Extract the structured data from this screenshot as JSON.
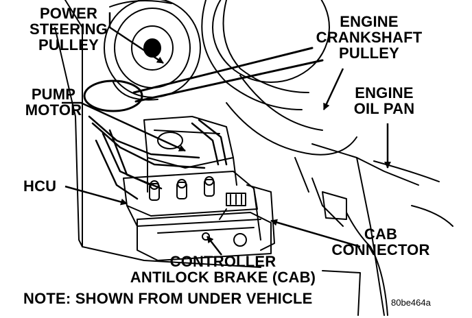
{
  "labels": {
    "power_steering_pulley": [
      "POWER",
      "STEERING",
      "PULLEY"
    ],
    "engine_crankshaft_pulley": [
      "ENGINE",
      "CRANKSHAFT",
      "PULLEY"
    ],
    "engine_oil_pan": [
      "ENGINE",
      "OIL PAN"
    ],
    "pump_motor": [
      "PUMP",
      "MOTOR"
    ],
    "hcu": "HCU",
    "cab_connector": [
      "CAB",
      "CONNECTOR"
    ],
    "controller": [
      "CONTROLLER",
      "ANTILOCK BRAKE (CAB)"
    ],
    "note": "NOTE: SHOWN FROM UNDER VEHICLE",
    "figure_id": "80be464a"
  }
}
